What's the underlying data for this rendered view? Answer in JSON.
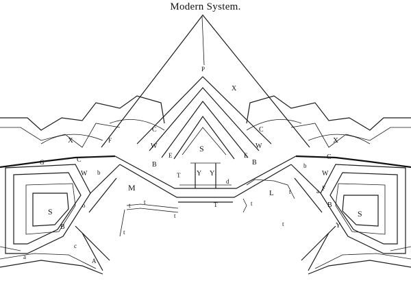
{
  "title": "Modern  System.",
  "labels": {
    "X_left": "X",
    "X_right": "X",
    "X_top": "X",
    "S_center": "S",
    "S_left": "S",
    "S_right": "S",
    "M": "M",
    "L": "L",
    "Y1": "Y",
    "Y2": "Y",
    "Y_right": "Y",
    "W_left1": "W",
    "W_left2": "W",
    "W_right1": "W",
    "W_right2": "W",
    "C_left": "C",
    "C_leftlow": "C",
    "C_right": "C",
    "C_rightlow": "C",
    "B_left": "B",
    "B_center_l": "B",
    "B_center_r": "B",
    "B_right": "B",
    "P_top": "P",
    "E_l": "E",
    "E_r": "E",
    "F_l": "F",
    "F_r": "F",
    "T_center": "T",
    "T_low": "T",
    "t1": "t",
    "t2": "t",
    "t3": "t",
    "t4": "t",
    "t5": "t",
    "t6": "t",
    "t7": "t",
    "a1": "a",
    "a2": "a",
    "b1": "b",
    "b2": "b",
    "c1": "c",
    "d1": "d",
    "o1": "o",
    "A1": "A",
    "G1": "G"
  }
}
